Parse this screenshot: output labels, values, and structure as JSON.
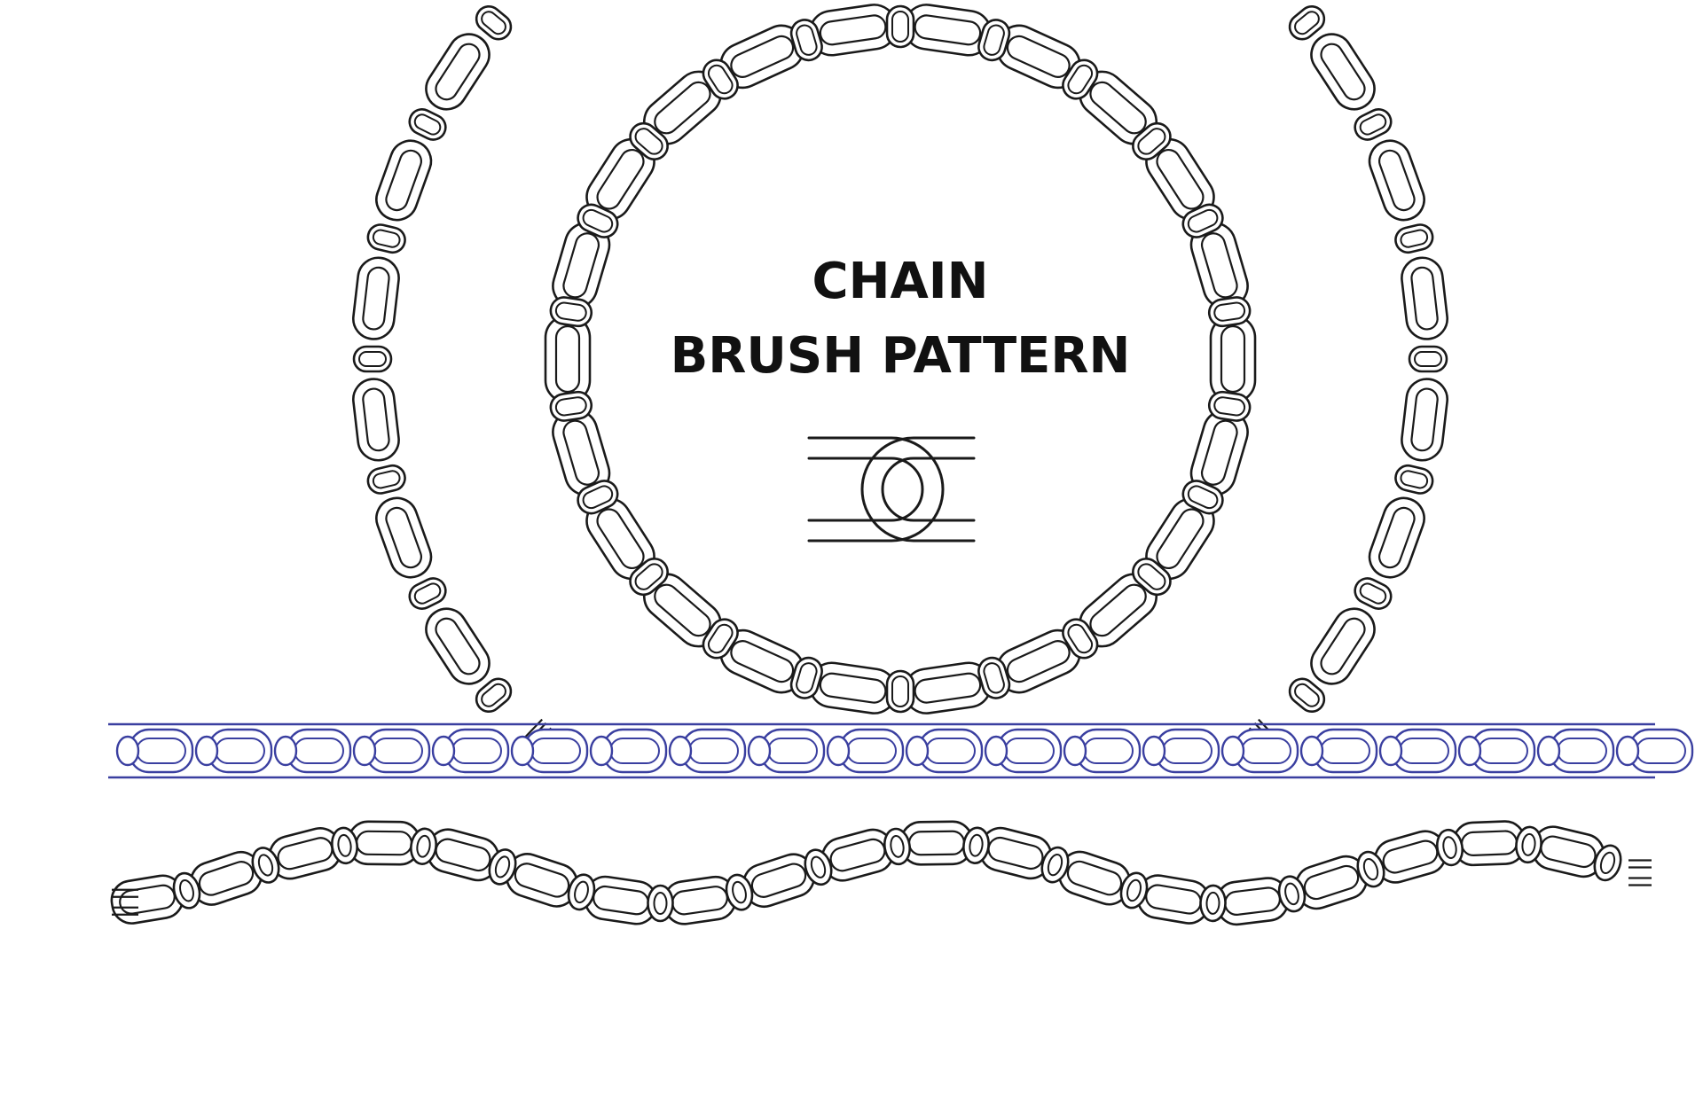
{
  "title": {
    "line1": "CHAIN",
    "line2": "BRUSH PATTERN"
  },
  "colors": {
    "background": "#ffffff",
    "ink": "#1a1a1a",
    "blue_chain": "#3a3fa0"
  },
  "elements": {
    "ring_chain": "chain-ring",
    "left_arc": "chain-arc-left",
    "right_arc": "chain-arc-right",
    "straight_chain": "chain-straight-blue",
    "wavy_chain": "chain-wavy",
    "emblem": "interlocked-link-icon"
  }
}
